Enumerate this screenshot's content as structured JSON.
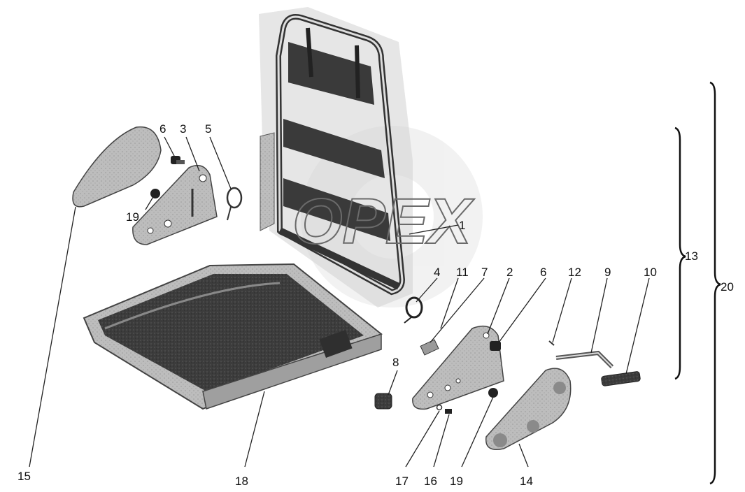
{
  "watermark": "OPEX",
  "callouts": [
    {
      "id": "1",
      "text": "1"
    },
    {
      "id": "2",
      "text": "2"
    },
    {
      "id": "3",
      "text": "3"
    },
    {
      "id": "4",
      "text": "4"
    },
    {
      "id": "5",
      "text": "5"
    },
    {
      "id": "6a",
      "text": "6"
    },
    {
      "id": "6b",
      "text": "6"
    },
    {
      "id": "7",
      "text": "7"
    },
    {
      "id": "8",
      "text": "8"
    },
    {
      "id": "9",
      "text": "9"
    },
    {
      "id": "10",
      "text": "10"
    },
    {
      "id": "11",
      "text": "11"
    },
    {
      "id": "12",
      "text": "12"
    },
    {
      "id": "13",
      "text": "13"
    },
    {
      "id": "14",
      "text": "14"
    },
    {
      "id": "15",
      "text": "15"
    },
    {
      "id": "16",
      "text": "16"
    },
    {
      "id": "17",
      "text": "17"
    },
    {
      "id": "18",
      "text": "18"
    },
    {
      "id": "19a",
      "text": "19"
    },
    {
      "id": "19b",
      "text": "19"
    },
    {
      "id": "20",
      "text": "20"
    }
  ]
}
